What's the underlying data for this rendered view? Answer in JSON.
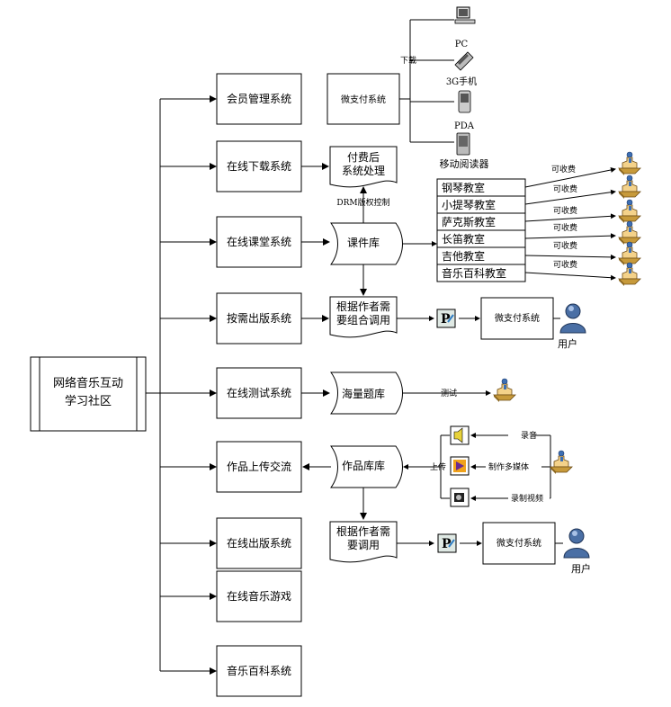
{
  "root": {
    "line1": "网络音乐互动",
    "line2": "学习社区"
  },
  "systems": [
    "会员管理系统",
    "在线下载系统",
    "在线课堂系统",
    "按需出版系统",
    "在线测试系统",
    "作品上传交流",
    "在线出版系统",
    "在线音乐游戏",
    "音乐百科系统"
  ],
  "download": {
    "micropay": "微支付系统",
    "paid_line1": "付费后",
    "paid_line2": "系统处理",
    "drm": "DRM版权控制",
    "download_label": "下载",
    "devices": [
      "PC",
      "3G手机",
      "PDA",
      "移动阅读器"
    ]
  },
  "courseware": {
    "library": "课件库",
    "classrooms": [
      "钢琴教室",
      "小提琴教室",
      "萨克斯教室",
      "长笛教室",
      "吉他教室",
      "音乐百科教室"
    ],
    "fee_label": "可收费"
  },
  "publish_on_demand": {
    "combine_line1": "根据作者需",
    "combine_line2": "要组合调用",
    "micropay": "微支付系统",
    "user": "用户"
  },
  "testing": {
    "bank": "海量题库",
    "test_label": "测试"
  },
  "works": {
    "library": "作品库库",
    "upload_label": "上传",
    "actions": [
      "录音",
      "制作多媒体",
      "录制视频"
    ],
    "combine_line1": "根据作者需",
    "combine_line2": "要调用",
    "micropay": "微支付系统",
    "user": "用户"
  }
}
